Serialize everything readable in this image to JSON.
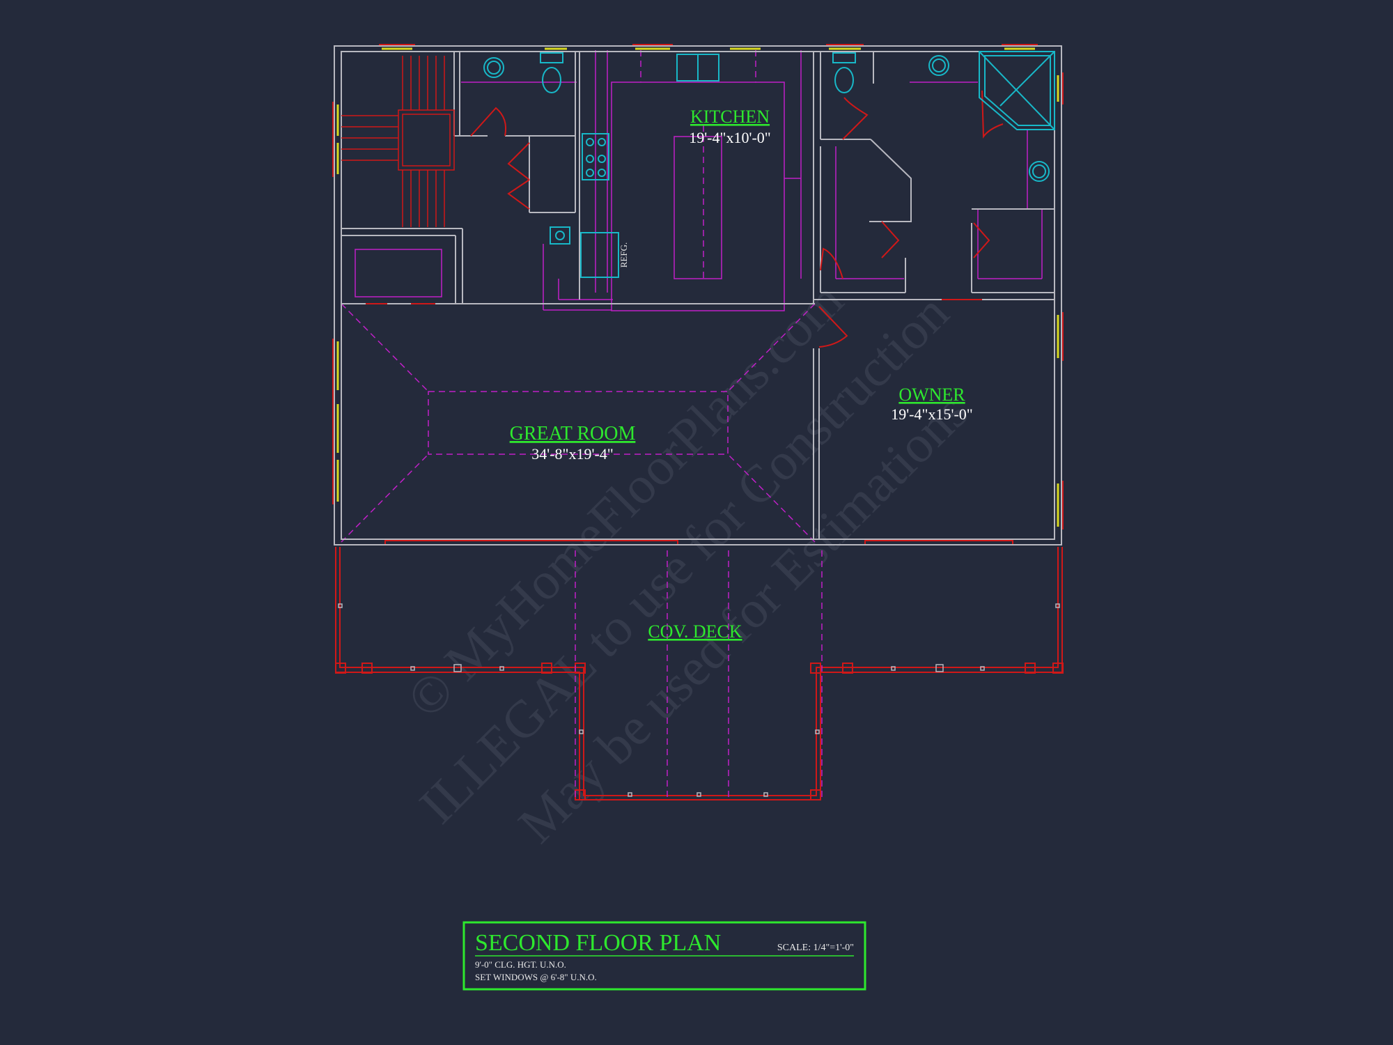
{
  "plan": {
    "rooms": {
      "kitchen": {
        "name": "KITCHEN",
        "dims": "19'-4\"x10'-0\""
      },
      "great_room": {
        "name": "GREAT ROOM",
        "dims": "34'-8\"x19'-4\""
      },
      "owner": {
        "name": "OWNER",
        "dims": "19'-4\"x15'-0\""
      },
      "deck": {
        "name": "COV. DECK"
      }
    },
    "refrigerator_label": "REFG."
  },
  "title_block": {
    "title": "SECOND FLOOR PLAN",
    "scale": "SCALE: 1/4\"=1'-0\"",
    "note_ceiling": "9'-0\" CLG. HGT. U.N.O.",
    "note_windows": "SET WINDOWS @ 6'-8\" U.N.O."
  },
  "watermark": {
    "line1": "© MyHomeFloorPlans.com",
    "line2": "ILLEGAL to use for Construction",
    "line3": "May be used for Estimations"
  },
  "colors": {
    "background": "#242a3b",
    "walls": "#b8b8c0",
    "structure": "#d01818",
    "ceiling_lines": "#c020c8",
    "fixtures": "#18b8c8",
    "windows": "#d8d820",
    "labels": "#2ee82e",
    "dimensions": "#ffffff"
  }
}
